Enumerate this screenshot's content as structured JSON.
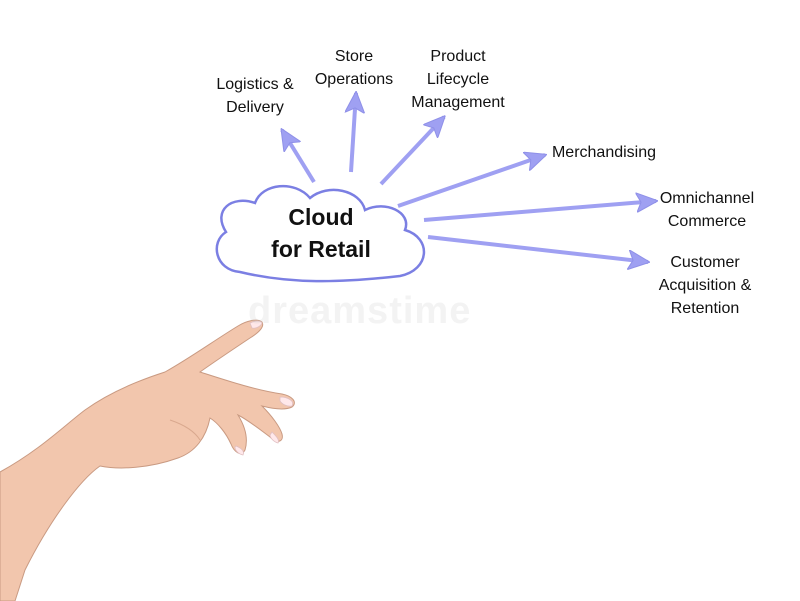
{
  "center": {
    "label": "Cloud\nfor Retail"
  },
  "nodes": [
    {
      "id": "logistics",
      "label": "Logistics &\nDelivery"
    },
    {
      "id": "store-ops",
      "label": "Store\nOperations"
    },
    {
      "id": "plm",
      "label": "Product\nLifecycle\nManagement"
    },
    {
      "id": "merch",
      "label": "Merchandising"
    },
    {
      "id": "omni",
      "label": "Omnichannel\nCommerce"
    },
    {
      "id": "customer",
      "label": "Customer\nAcquisition &\nRetention"
    }
  ],
  "watermark": "dreamstime",
  "colors": {
    "arrow": "#9fa0f2",
    "cloud_stroke": "#7b7fe3",
    "skin": "#f2c6ad"
  }
}
